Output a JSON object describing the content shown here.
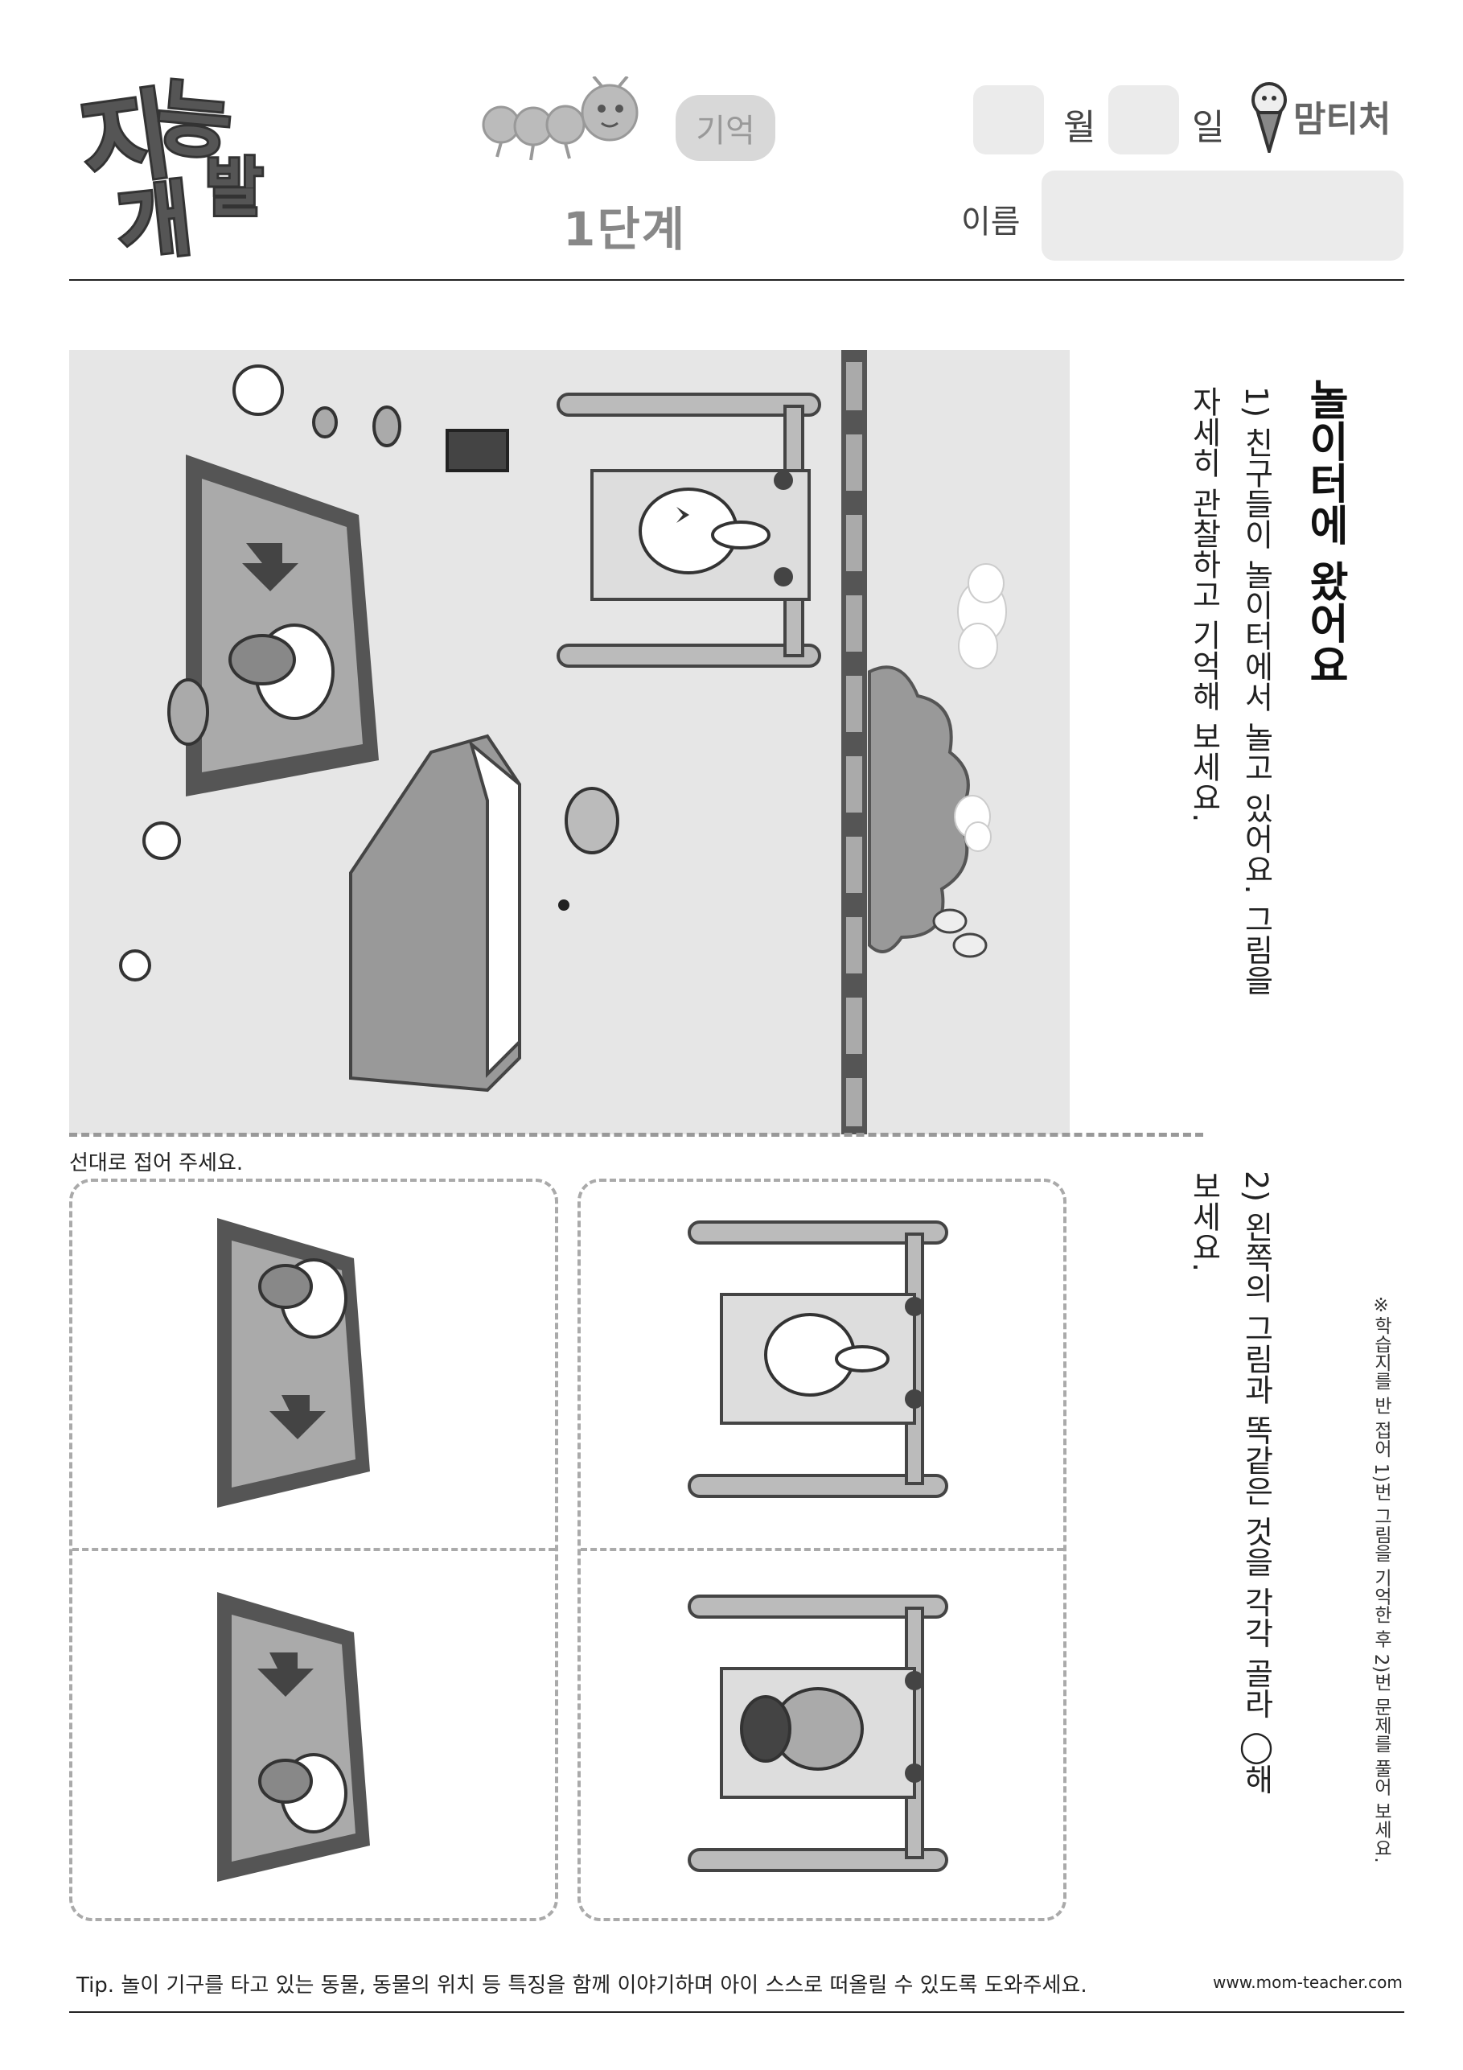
{
  "header": {
    "logo_text": [
      "지능",
      "개발"
    ],
    "logo_text2": "발",
    "category_tag": "기억",
    "level": "1단계",
    "month_label": "월",
    "day_label": "일",
    "brand": "맘티처",
    "name_label": "이름"
  },
  "instructions": {
    "title": "놀이터에 왔어요",
    "step1_line1": "1) 친구들이 놀이터에서 놀고 있어요. 그림을",
    "step1_line2": "자세히 관찰하고 기억해 보세요.",
    "step2_line1": "2) 왼쪽의 그림과 똑같은 것을 각각 골라 ◯해",
    "step2_line2": "보세요.",
    "note": "※학습지를 반 접어 1)번 그림을 기억한 후 2)번 문제를 풀어 보세요."
  },
  "fold_label": "선대로 접어 주세요.",
  "footer": {
    "tip": "Tip. 놀이 기구를 타고 있는 동물, 동물의 위치 등 특징을 함께 이야기하며 아이 스스로 떠올릴 수 있도록 도와주세요.",
    "website": "www.mom-teacher.com"
  },
  "icons": [
    "caterpillar-icon",
    "pencil-mascot-icon"
  ],
  "colors": {
    "scene_bg": "#e6e6e6",
    "sandbox": "#555555",
    "slide": "#999999",
    "rule": "#222222"
  }
}
